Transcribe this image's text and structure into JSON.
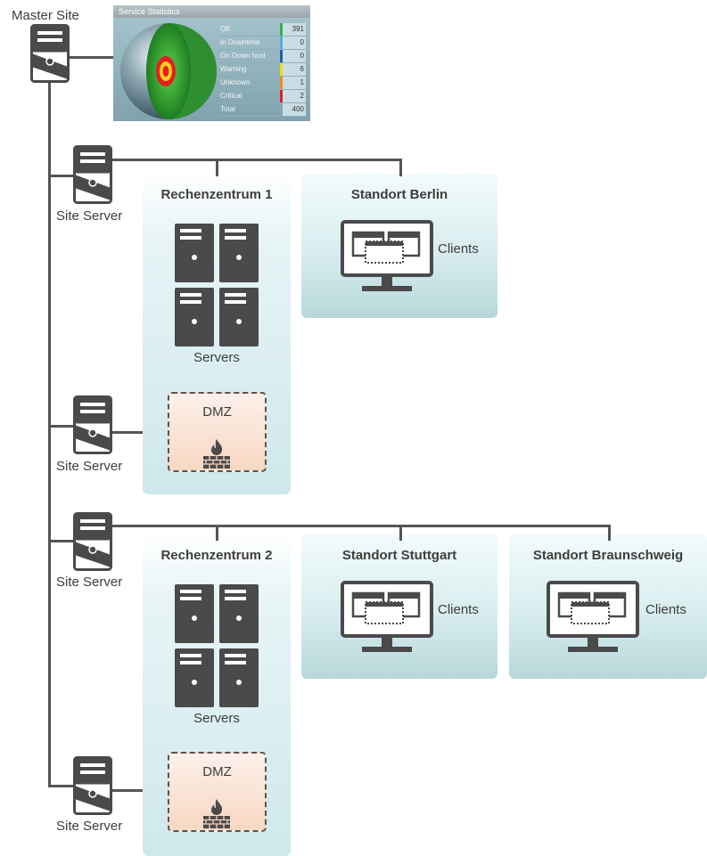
{
  "master_site_label": "Master Site",
  "site_server_label": "Site Server",
  "service_stats": {
    "title": "Service Statistics",
    "rows": [
      {
        "name": "OK",
        "value": "391",
        "color": "#2fb34a"
      },
      {
        "name": "In Downtime",
        "value": "0",
        "color": "#5aa9d8"
      },
      {
        "name": "On Down host",
        "value": "0",
        "color": "#1f5fa8"
      },
      {
        "name": "Warning",
        "value": "6",
        "color": "#f0e000"
      },
      {
        "name": "Unknown",
        "value": "1",
        "color": "#f08a1c"
      },
      {
        "name": "Critical",
        "value": "2",
        "color": "#e0202a"
      },
      {
        "name": "Total",
        "value": "400",
        "color": ""
      }
    ]
  },
  "dc1": {
    "title": "Rechenzentrum 1",
    "servers_label": "Servers",
    "dmz_label": "DMZ"
  },
  "dc2": {
    "title": "Rechenzentrum 2",
    "servers_label": "Servers",
    "dmz_label": "DMZ"
  },
  "sites": {
    "berlin": {
      "title": "Standort Berlin",
      "clients_label": "Clients"
    },
    "stuttgart": {
      "title": "Standort Stuttgart",
      "clients_label": "Clients"
    },
    "braunschweig": {
      "title": "Standort Braunschweig",
      "clients_label": "Clients"
    }
  },
  "colors": {
    "line": "#555555",
    "icon": "#4a4a4a"
  }
}
